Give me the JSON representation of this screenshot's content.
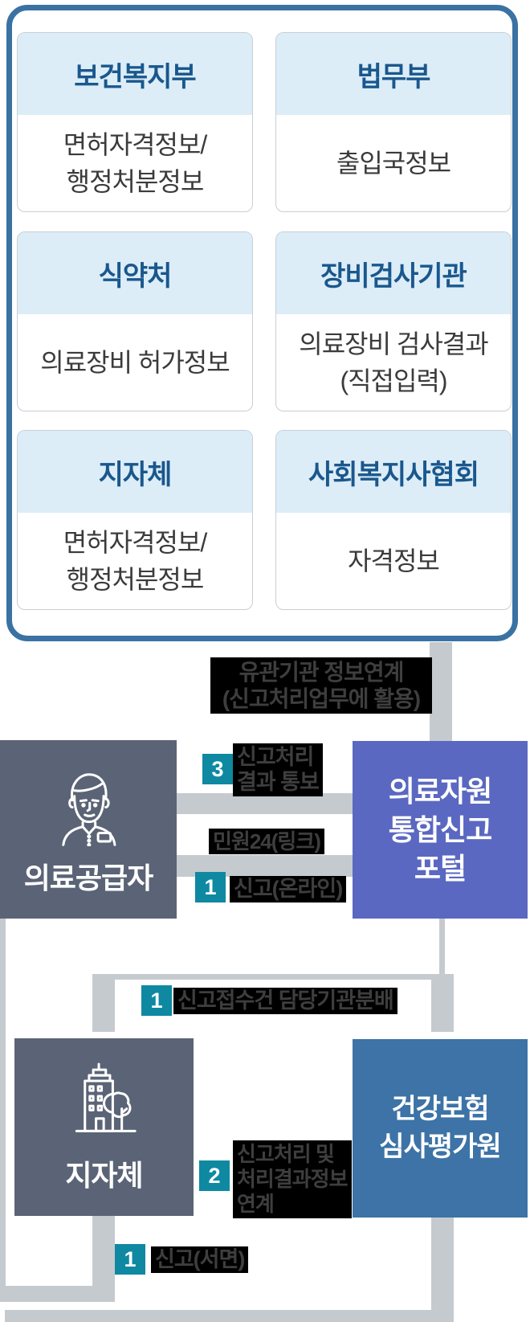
{
  "diagram": {
    "source_panel": {
      "cards": [
        {
          "title": "보건복지부",
          "body": "면허자격정보/\n행정처분정보"
        },
        {
          "title": "법무부",
          "body": "출입국정보"
        },
        {
          "title": "식약처",
          "body": "의료장비 허가정보"
        },
        {
          "title": "장비검사기관",
          "body": "의료장비 검사결과\n(직접입력)"
        },
        {
          "title": "지자체",
          "body": "면허자격정보/\n행정처분정보"
        },
        {
          "title": "사회복지사협회",
          "body": "자격정보"
        }
      ]
    },
    "info_link_note": "유관기관 정보연계\n(신고처리업무에 활용)",
    "nodes": {
      "provider": "의료공급자",
      "portal": "의료자원\n통합신고\n포털",
      "local_gov": "지자체",
      "hira": "건강보험\n심사평가원"
    },
    "edges": {
      "report_result": {
        "badge": "3",
        "label": "신고처리\n결과 통보"
      },
      "minwon_link": {
        "label": "민원24(링크)"
      },
      "report_online": {
        "badge": "1",
        "label": "신고(온라인)"
      },
      "assign": {
        "badge": "1",
        "label": "신고접수건 담당기관분배"
      },
      "process_link": {
        "badge": "2",
        "label": "신고처리 및\n처리결과정보\n연계"
      },
      "report_written": {
        "badge": "1",
        "label": "신고(서면)"
      }
    },
    "icons": {
      "provider": "person-icon",
      "local_gov": "building-tree-icon"
    },
    "colors": {
      "panel_border": "#3a72a3",
      "card_header_bg": "#dcedf8",
      "card_header_text": "#1a578c",
      "slate_box": "#5b6476",
      "portal_box": "#5a68c2",
      "hira_box": "#3d73a6",
      "badge_teal": "#0e89a1",
      "connector_gray": "#c5cacf",
      "note_bg": "#000000",
      "note_text": "#3e3e3e",
      "body_text": "#3b3b3b"
    }
  }
}
